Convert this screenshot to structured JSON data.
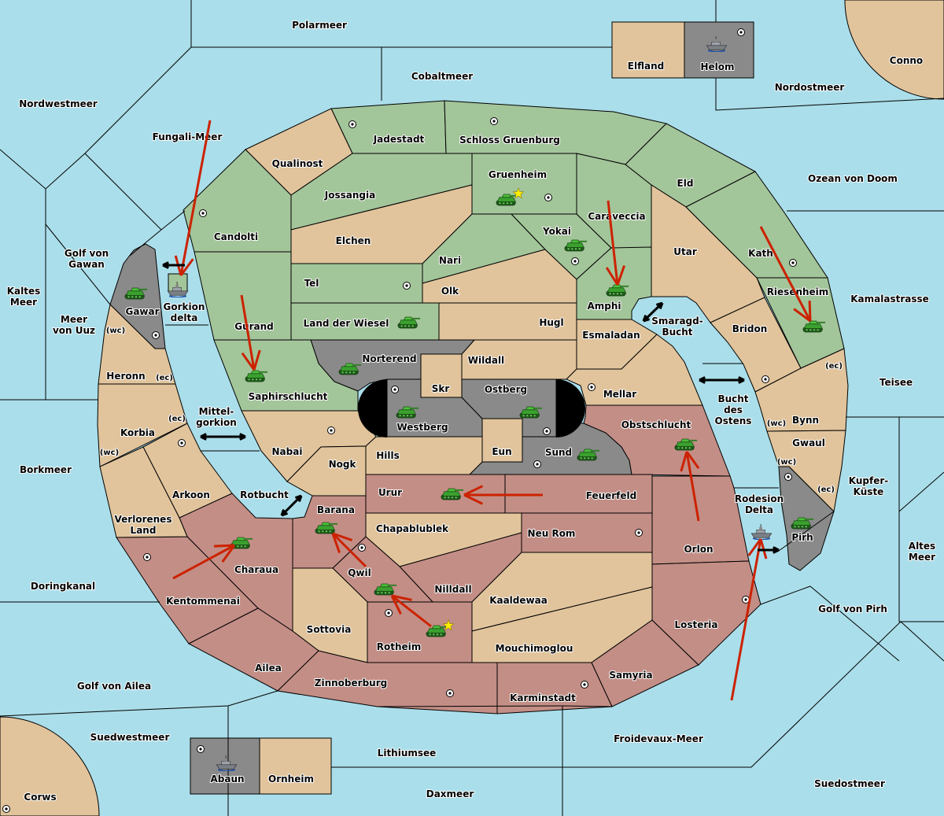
{
  "colors": {
    "sea": "#aadeea",
    "neutral": "#e1c49c",
    "green_power": "#a3c59a",
    "red_power": "#c38e86",
    "gray_power": "#8a8a8a",
    "order_arrow": "#cc2200"
  },
  "land_labels": [
    "Jadestadt",
    "Schloss Gruenburg",
    "Qualinost",
    "Gruenheim",
    "Jossangia",
    "Eld",
    "Caraveccia",
    "Candolti",
    "Elchen",
    "Yokai",
    "Nari",
    "Utar",
    "Kath",
    "Tel",
    "Olk",
    "Amphi",
    "Riesenheim",
    "Land der Wiesel",
    "Hugl",
    "Gurand",
    "Bridon",
    "Esmaladan",
    "Norterend",
    "Wildall",
    "Skr",
    "Ostberg",
    "Mellar",
    "Saphirschlucht",
    "Westberg",
    "Obstschlucht",
    "Bynn",
    "Eun",
    "Sund",
    "Hills",
    "Nabai",
    "Nogk",
    "Gwaul",
    "Korbia",
    "Arkoon",
    "Urur",
    "Feuerfeld",
    "Barana",
    "Verlorenes\nLand",
    "Charaua",
    "Chapablublek",
    "Neu Rom",
    "Orlon",
    "Pirh",
    "Gawar",
    "Gorkion\ndelta",
    "Heronn",
    "Qwil",
    "Nilldall",
    "Kaaldewaa",
    "Kentommenai",
    "Losteria",
    "Sottovia",
    "Rotheim",
    "Mouchimoglou",
    "Ailea",
    "Samyria",
    "Zinnoberburg",
    "Karminstadt",
    "Elfland",
    "Helom",
    "Conno",
    "Corws",
    "Abaun",
    "Ornheim",
    "Rodesion\nDelta"
  ],
  "sea_labels": [
    "Polarmeer",
    "Cobaltmeer",
    "Nordwestmeer",
    "Nordostmeer",
    "Fungali-Meer",
    "Ozean von Doom",
    "Golf von\nGawan",
    "Kaltes\nMeer",
    "Meer\nvon Uuz",
    "Kamalastrasse",
    "Smaragd-\nBucht",
    "Teisee",
    "Mittel-\ngorkion",
    "Bucht\ndes\nOstens",
    "Borkmeer",
    "Rotbucht",
    "Kupfer-\nKüste",
    "Altes\nMeer",
    "Doringkanal",
    "Golf von Pirh",
    "Golf von Ailea",
    "Suedwestmeer",
    "Froidevaux-Meer",
    "Lithiumsee",
    "Suedostmeer",
    "Daxmeer"
  ],
  "coast_tags": [
    "(wc)",
    "(ec)",
    "(ec)",
    "(wc)",
    "(ec)",
    "(wc)",
    "(wc)",
    "(ec)"
  ],
  "units": {
    "armies": [
      "Gawar",
      "Gruenheim",
      "Yokai",
      "Amphi",
      "Riesenheim",
      "Land der Wiesel",
      "Saphirschlucht",
      "Norterend",
      "Westberg",
      "Ostberg",
      "Sund",
      "Obstschlucht",
      "Urur",
      "Pirh",
      "Charaua",
      "Barana",
      "Qwil",
      "Rotheim"
    ],
    "fleets": [
      "Gorkion delta",
      "Rodesion Delta",
      "Helom",
      "Abaun"
    ],
    "stars": [
      "Gruenheim",
      "Rotheim"
    ]
  },
  "orders": [
    {
      "from": "Fungali-Meer",
      "to": "Gorkion delta"
    },
    {
      "from": "Gurand",
      "to": "Saphirschlucht"
    },
    {
      "from": "Caraveccia",
      "to": "Amphi"
    },
    {
      "from": "Kath",
      "to": "Riesenheim"
    },
    {
      "from": "Feuerfeld",
      "to": "Urur"
    },
    {
      "from": "Orlon",
      "to": "Obstschlucht"
    },
    {
      "from": "Kentommenai",
      "to": "Charaua"
    },
    {
      "from": "Qwil",
      "to": "Barana"
    },
    {
      "from": "Rotheim",
      "to": "Qwil"
    },
    {
      "from": "Losteria",
      "to": "Rodesion Delta"
    }
  ]
}
